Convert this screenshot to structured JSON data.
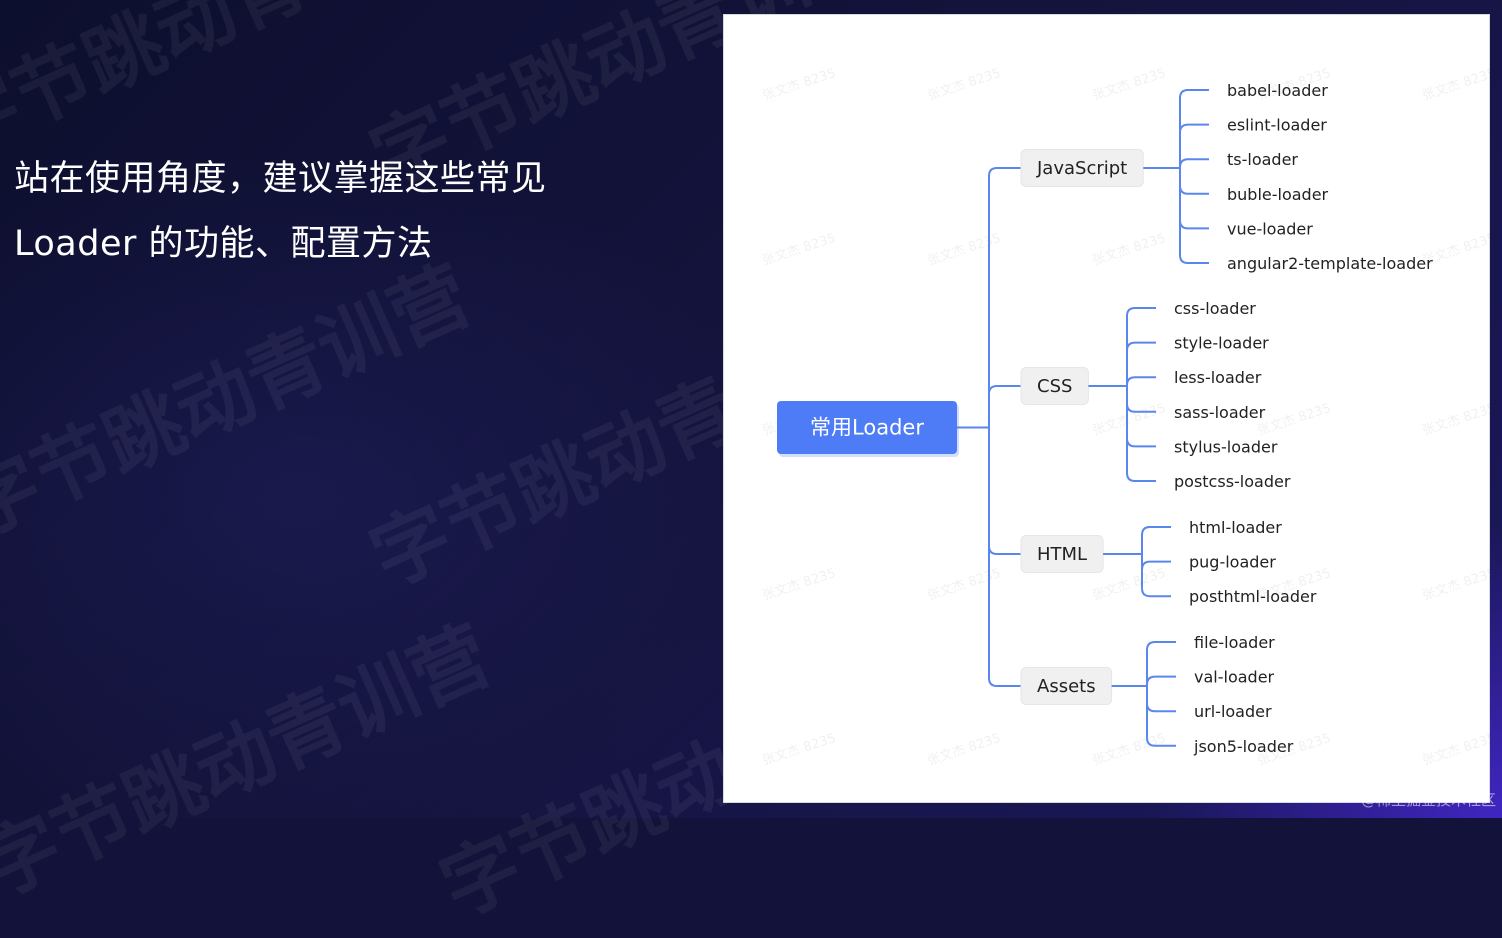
{
  "slide": {
    "line1": "站在使用角度，建议掌握这些常见",
    "line2": "Loader 的功能、配置方法"
  },
  "watermark": {
    "big_text": "字节跳动青训营",
    "small_text": "张文杰 8235"
  },
  "credit": "@稀土掘金技术社区",
  "diagram": {
    "root": "常用Loader",
    "branches": [
      {
        "label": "JavaScript",
        "children": [
          "babel-loader",
          "eslint-loader",
          "ts-loader",
          "buble-loader",
          "vue-loader",
          "angular2-template-loader"
        ]
      },
      {
        "label": "CSS",
        "children": [
          "css-loader",
          "style-loader",
          "less-loader",
          "sass-loader",
          "stylus-loader",
          "postcss-loader"
        ]
      },
      {
        "label": "HTML",
        "children": [
          "html-loader",
          "pug-loader",
          "posthtml-loader"
        ]
      },
      {
        "label": "Assets",
        "children": [
          "file-loader",
          "val-loader",
          "url-loader",
          "json5-loader"
        ]
      }
    ],
    "colors": {
      "root_fill": "#4e7cf6",
      "root_text": "#ffffff",
      "branch_fill": "#f0f0f0",
      "text": "#222222",
      "line": "#5b86ee"
    }
  }
}
